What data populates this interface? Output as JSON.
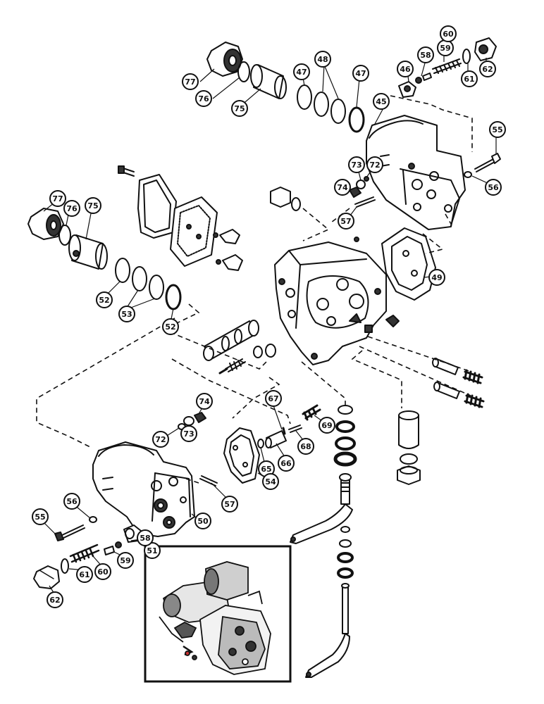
{
  "diagram": {
    "ink": "#111111",
    "paper": "#ffffff",
    "callouts": {
      "c77a": "77",
      "c76a": "76",
      "c75a": "75",
      "c47a": "47",
      "c48": "48",
      "c47b": "47",
      "c46": "46",
      "c58a": "58",
      "c59a": "59",
      "c60a": "60",
      "c61a": "61",
      "c62a": "62",
      "c45": "45",
      "c55a": "55",
      "c56a": "56",
      "c73a": "73",
      "c72a": "72",
      "c74a": "74",
      "c57a": "57",
      "c77b": "77",
      "c76b": "76",
      "c75b": "75",
      "c52a": "52",
      "c53": "53",
      "c52b": "52",
      "c49": "49",
      "c67": "67",
      "c69": "69",
      "c68": "68",
      "c66": "66",
      "c65": "65",
      "c74b": "74",
      "c73b": "73",
      "c72b": "72",
      "c54": "54",
      "c57b": "57",
      "c50": "50",
      "c55b": "55",
      "c56b": "56",
      "c51": "51",
      "c58b": "58",
      "c59b": "59",
      "c60b": "60",
      "c61b": "61",
      "c62b": "62"
    }
  }
}
